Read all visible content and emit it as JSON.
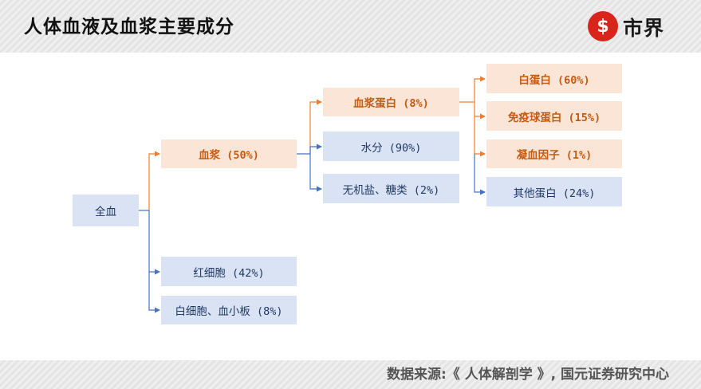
{
  "header": {
    "title": "人体血液及血浆主要成分",
    "logo_icon": "dollar-s-icon",
    "logo_glyph": "$",
    "logo_text": "市界",
    "logo_color": "#d9241c"
  },
  "diagram": {
    "nodes": {
      "whole_blood": "全血",
      "plasma": "血浆 (50%)",
      "rbc": "红细胞 (42%)",
      "wbc_platelets": "白细胞、血小板 (8%)",
      "plasma_protein": "血浆蛋白 (8%)",
      "water": "水分 (90%)",
      "salts_sugars": "无机盐、糖类 (2%)",
      "albumin": "白蛋白 (60%)",
      "immunoglobulin": "免疫球蛋白 (15%)",
      "clotting_factor": "凝血因子 (1%)",
      "other_protein": "其他蛋白 (24%)"
    },
    "colors": {
      "highlight_fill": "#fbe5d6",
      "highlight_text": "#c55a11",
      "highlight_line": "#ed7d31",
      "normal_fill": "#dae3f3",
      "normal_text": "#1f3864",
      "normal_line": "#4472c4"
    }
  },
  "footer": {
    "source": "数据来源:《 人体解剖学 》, 国元证券研究中心"
  }
}
